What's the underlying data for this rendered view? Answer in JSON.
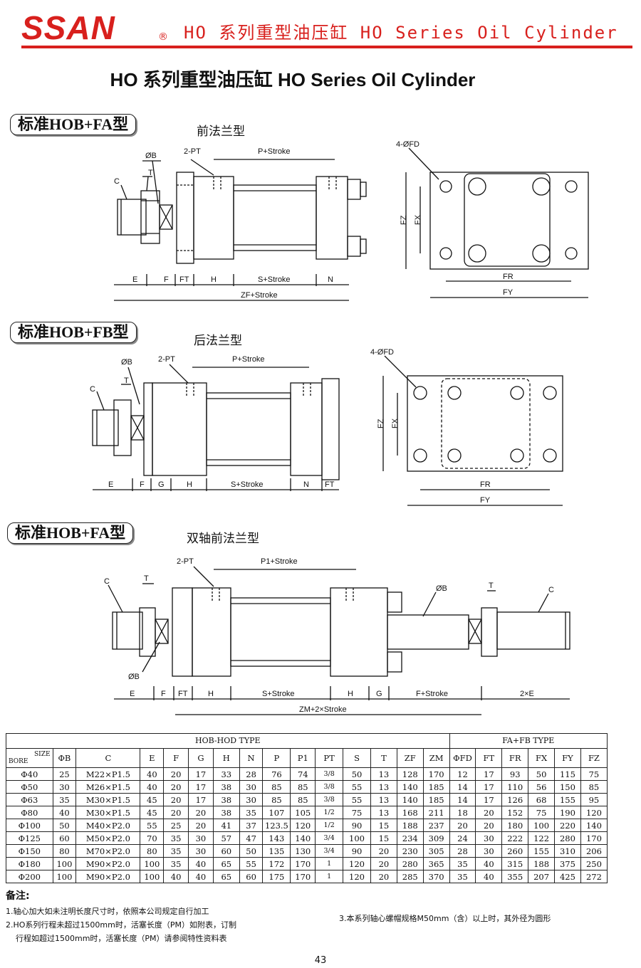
{
  "header": {
    "brand": "SSAN",
    "reg_mark": "®",
    "title": "HO 系列重型油压缸  HO Series Oil Cylinder",
    "brand_color": "#d8201d"
  },
  "main_title": "HO 系列重型油压缸  HO Series Oil Cylinder",
  "sections": [
    {
      "tag": "标准HOB+FA型",
      "subtitle": "前法兰型"
    },
    {
      "tag": "标准HOB+FB型",
      "subtitle": "后法兰型"
    },
    {
      "tag": "标准HOB+FA型",
      "subtitle": "双轴前法兰型"
    }
  ],
  "drawing_labels": {
    "d1": {
      "phiB": "ØB",
      "T": "T",
      "C": "C",
      "pt": "2-PT",
      "pstroke": "P+Stroke",
      "E": "E",
      "F": "F",
      "FT": "FT",
      "H": "H",
      "sstroke": "S+Stroke",
      "N": "N",
      "zf": "ZF+Stroke",
      "fd": "4-ØFD",
      "FZ": "FZ",
      "FX": "FX",
      "FR": "FR",
      "FY": "FY"
    },
    "d2": {
      "phiB": "ØB",
      "T": "T",
      "C": "C",
      "pt": "2-PT",
      "pstroke": "P+Stroke",
      "E": "E",
      "F": "F",
      "G": "G",
      "H": "H",
      "sstroke": "S+Stroke",
      "N": "N",
      "FT": "FT",
      "fd": "4-ØFD",
      "FZ": "FZ",
      "FX": "FX",
      "FR": "FR",
      "FY": "FY"
    },
    "d3": {
      "pt": "2-PT",
      "p1stroke": "P1+Stroke",
      "C": "C",
      "T": "T",
      "phiB": "ØB",
      "phiB2": "ØB",
      "T2": "T",
      "C2": "C",
      "E": "E",
      "F": "F",
      "FT": "FT",
      "H": "H",
      "sstroke": "S+Stroke",
      "H2": "H",
      "G": "G",
      "fstroke": "F+Stroke",
      "twoE": "2×E",
      "zm": "ZM+2×Stroke"
    }
  },
  "table": {
    "group1": "HOB-HOD TYPE",
    "group2": "FA+FB TYPE",
    "size_label": "SIZE",
    "bore_label": "BORE",
    "columns": [
      "ΦB",
      "C",
      "E",
      "F",
      "G",
      "H",
      "N",
      "P",
      "P1",
      "PT",
      "S",
      "T",
      "ZF",
      "ZM",
      "ΦFD",
      "FT",
      "FR",
      "FX",
      "FY",
      "FZ"
    ],
    "rows": [
      [
        "Φ40",
        "25",
        "M22×P1.5",
        "40",
        "20",
        "17",
        "33",
        "28",
        "76",
        "74",
        "3/8",
        "50",
        "13",
        "128",
        "170",
        "12",
        "17",
        "93",
        "50",
        "115",
        "75"
      ],
      [
        "Φ50",
        "30",
        "M26×P1.5",
        "40",
        "20",
        "17",
        "38",
        "30",
        "85",
        "85",
        "3/8",
        "55",
        "13",
        "140",
        "185",
        "14",
        "17",
        "110",
        "56",
        "150",
        "85"
      ],
      [
        "Φ63",
        "35",
        "M30×P1.5",
        "45",
        "20",
        "17",
        "38",
        "30",
        "85",
        "85",
        "3/8",
        "55",
        "13",
        "140",
        "185",
        "14",
        "17",
        "126",
        "68",
        "155",
        "95"
      ],
      [
        "Φ80",
        "40",
        "M30×P1.5",
        "45",
        "20",
        "20",
        "38",
        "35",
        "107",
        "105",
        "1/2",
        "75",
        "13",
        "168",
        "211",
        "18",
        "20",
        "152",
        "75",
        "190",
        "120"
      ],
      [
        "Φ100",
        "50",
        "M40×P2.0",
        "55",
        "25",
        "20",
        "41",
        "37",
        "123.5",
        "120",
        "1/2",
        "90",
        "15",
        "188",
        "237",
        "20",
        "20",
        "180",
        "100",
        "220",
        "140"
      ],
      [
        "Φ125",
        "60",
        "M50×P2.0",
        "70",
        "35",
        "30",
        "57",
        "47",
        "143",
        "140",
        "3/4",
        "100",
        "15",
        "234",
        "309",
        "24",
        "30",
        "222",
        "122",
        "280",
        "170"
      ],
      [
        "Φ150",
        "80",
        "M70×P2.0",
        "80",
        "35",
        "30",
        "60",
        "50",
        "135",
        "130",
        "3/4",
        "90",
        "20",
        "230",
        "305",
        "28",
        "30",
        "260",
        "155",
        "310",
        "206"
      ],
      [
        "Φ180",
        "100",
        "M90×P2.0",
        "100",
        "35",
        "40",
        "65",
        "55",
        "172",
        "170",
        "1",
        "120",
        "20",
        "280",
        "365",
        "35",
        "40",
        "315",
        "188",
        "375",
        "250"
      ],
      [
        "Φ200",
        "100",
        "M90×P2.0",
        "100",
        "40",
        "40",
        "65",
        "60",
        "175",
        "170",
        "1",
        "120",
        "20",
        "285",
        "370",
        "35",
        "40",
        "355",
        "207",
        "425",
        "272"
      ]
    ]
  },
  "notes": {
    "heading": "备注:",
    "n1": "1.轴心加大如未注明长度尺寸时，依照本公司规定自行加工",
    "n2a": "2.HO系列行程未超过1500mm时，活塞长度（PM）如附表，订制",
    "n2b": "行程如超过1500mm时，活塞长度（PM）请参阅特性资料表",
    "n3": "3.本系列轴心螺帽规格M50mm（含）以上时，其外径为圆形"
  },
  "page_number": "43"
}
